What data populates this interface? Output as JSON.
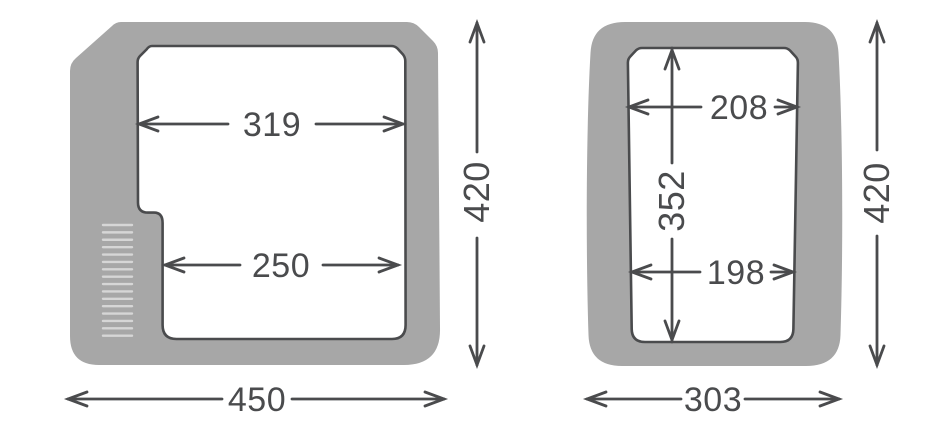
{
  "diagram": {
    "kind": "technical-dimension-drawing",
    "views": {
      "front": {
        "inner_top_width": "319",
        "inner_bottom_width": "250",
        "outer_height": "420",
        "outer_width": "450",
        "vent_line_count": 16
      },
      "side": {
        "inner_top_width": "208",
        "inner_height": "352",
        "inner_bottom_width": "198",
        "outer_height": "420",
        "outer_width": "303"
      }
    },
    "colors": {
      "background": "#ffffff",
      "body": "#a7a7a7",
      "interior": "#ffffff",
      "outline": "#4a4b4d",
      "label": "#4a4b4d",
      "vent": "#d6d6d6"
    }
  }
}
